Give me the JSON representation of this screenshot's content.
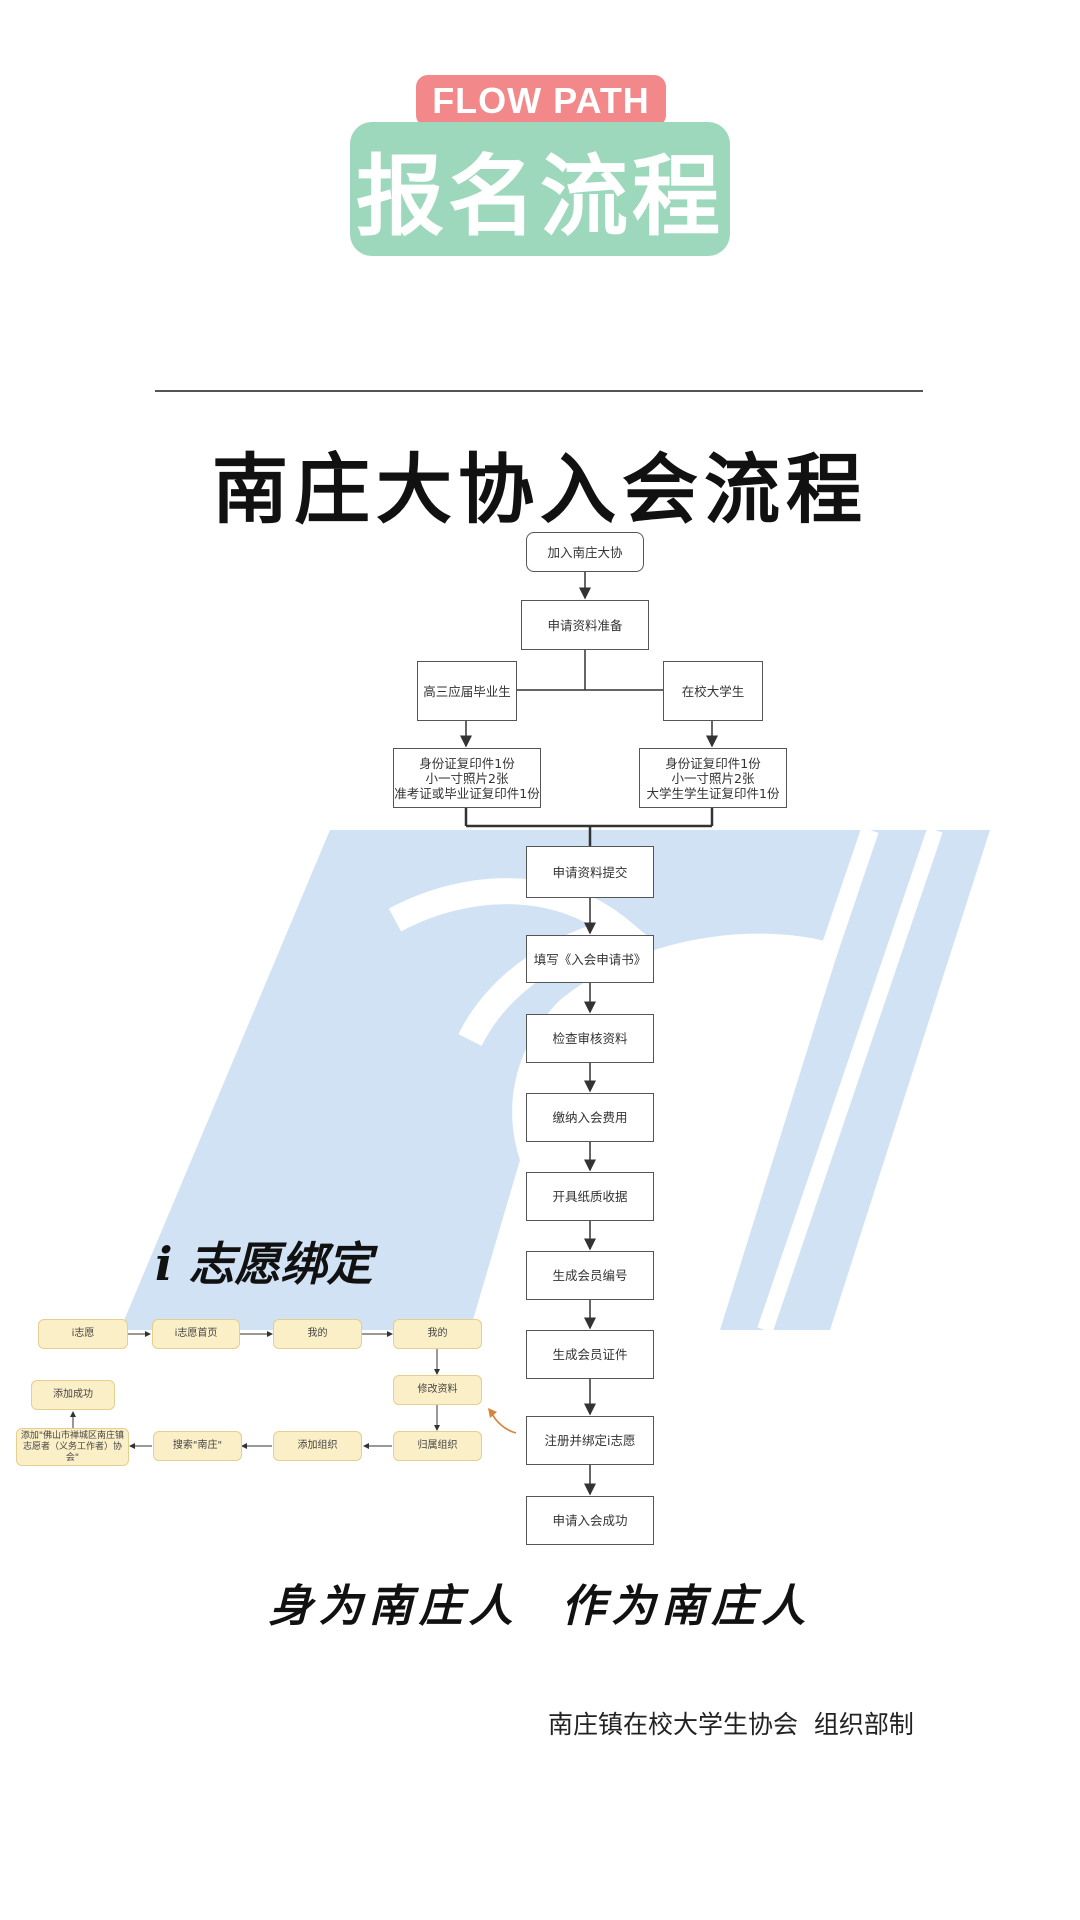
{
  "header": {
    "badge_en": "FLOW PATH",
    "badge_cn": "报名流程"
  },
  "title": "南庄大协入会流程",
  "flowchart": {
    "start": "加入南庄大协",
    "prepare": "申请资料准备",
    "branch_left": "高三应届毕业生",
    "branch_right": "在校大学生",
    "left_docs": [
      "身份证复印件1份",
      "小一寸照片2张",
      "准考证或毕业证复印件1份"
    ],
    "right_docs": [
      "身份证复印件1份",
      "小一寸照片2张",
      "大学生学生证复印件1份"
    ],
    "steps": [
      "申请资料提交",
      "填写《入会申请书》",
      "检查审核资料",
      "缴纳入会费用",
      "开具纸质收据",
      "生成会员编号",
      "生成会员证件",
      "注册并绑定i志愿",
      "申请入会成功"
    ]
  },
  "volunteer": {
    "title": "i 志愿绑定",
    "row1": [
      "i志愿",
      "i志愿首页",
      "我的",
      "我的"
    ],
    "edit": "修改资料",
    "row2": [
      "归属组织",
      "添加组织",
      "搜索\"南庄\""
    ],
    "org": "添加\"佛山市禅城区南庄镇志愿者（义务工作者）协会\"",
    "success": "添加成功"
  },
  "slogan": "身为南庄人  作为南庄人",
  "footer": "南庄镇在校大学生协会  组织部制",
  "colors": {
    "badge_top": "#f2888a",
    "badge_main": "#9dd8bd",
    "logo_blue": "#c9ddf3",
    "volunteer_box": "#fbefc7",
    "arrow_orange": "#d9823b"
  }
}
